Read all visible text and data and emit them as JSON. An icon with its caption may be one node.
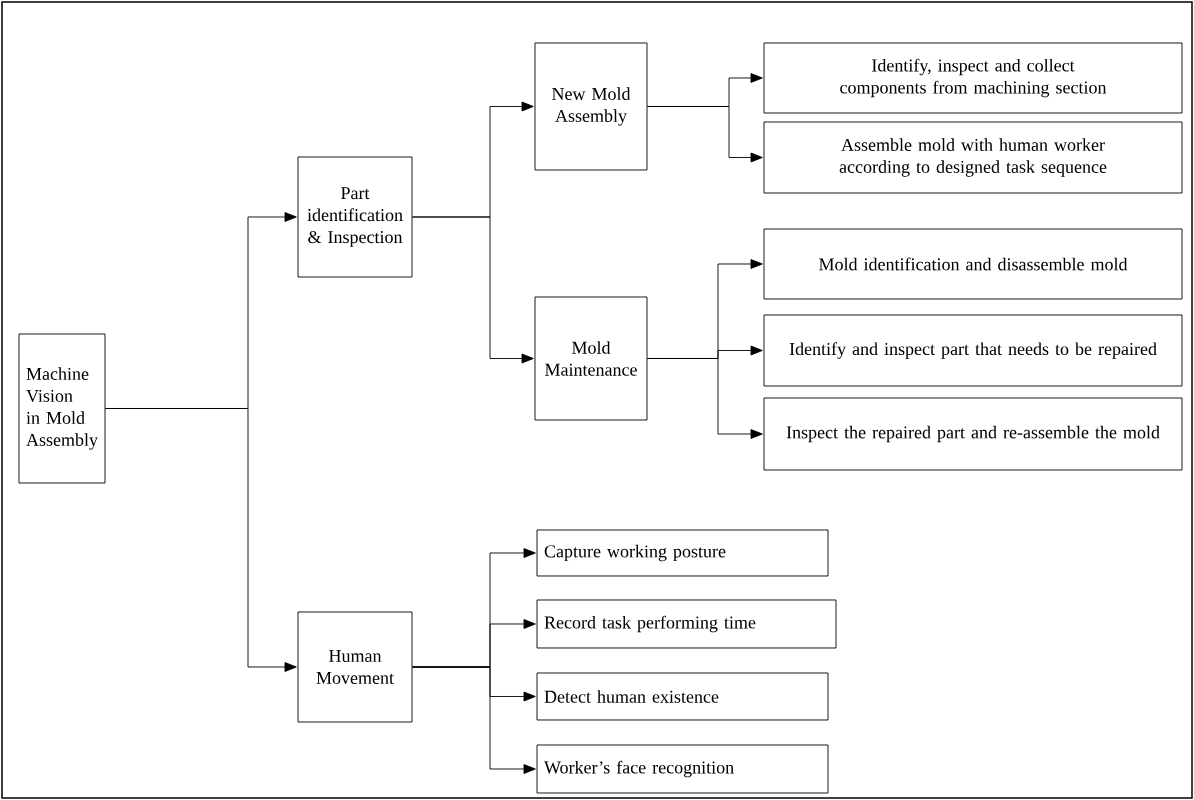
{
  "diagram": {
    "nodes": [
      {
        "text": [
          "Machine Vision in Mold Assembly"
        ]
      },
      {
        "text": [
          "Part identification & Inspection"
        ]
      },
      {
        "text": [
          "Human Movement"
        ]
      },
      {
        "text": [
          "New Mold Assembly"
        ]
      },
      {
        "text": [
          "Mold Maintenance"
        ]
      },
      {
        "text": [
          "Identify, inspect and collect components from machining section"
        ]
      },
      {
        "text": [
          "Assemble mold with human worker according to designed task sequence"
        ]
      },
      {
        "text": [
          "Mold identification and disassemble mold"
        ]
      },
      {
        "text": [
          "Identify and inspect part that needs to be repaired"
        ]
      },
      {
        "text": [
          "Inspect the repaired part and re-assemble the mold"
        ]
      },
      {
        "text": [
          "Capture working posture"
        ]
      },
      {
        "text": [
          "Record task performing time"
        ]
      },
      {
        "text": [
          "Detect human existence"
        ]
      },
      {
        "text": [
          "Worker’s face recognition"
        ]
      }
    ],
    "edges": [
      {
        "from": 0,
        "to": 1,
        "arrow": "to"
      },
      {
        "from": 0,
        "to": 2,
        "arrow": "to"
      },
      {
        "from": 1,
        "to": 3,
        "arrow": "to"
      },
      {
        "from": 1,
        "to": 4,
        "arrow": "to"
      },
      {
        "from": 3,
        "to": 5,
        "arrow": "to"
      },
      {
        "from": 3,
        "to": 6,
        "arrow": "to"
      },
      {
        "from": 4,
        "to": 7,
        "arrow": "to"
      },
      {
        "from": 4,
        "to": 8,
        "arrow": "to"
      },
      {
        "from": 4,
        "to": 9,
        "arrow": "to"
      },
      {
        "from": 2,
        "to": 10,
        "arrow": "to"
      },
      {
        "from": 2,
        "to": 11,
        "arrow": "to"
      },
      {
        "from": 2,
        "to": 12,
        "arrow": "to"
      },
      {
        "from": 2,
        "to": 13,
        "arrow": "to"
      }
    ]
  }
}
